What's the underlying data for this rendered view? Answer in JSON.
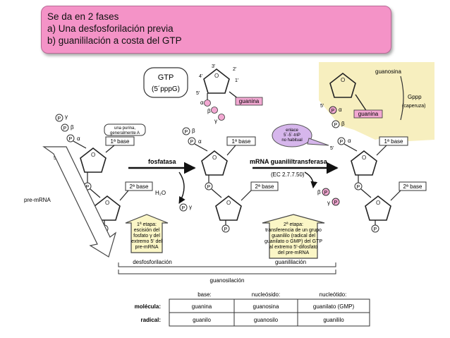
{
  "callout": {
    "title": "Se da en 2 fases",
    "item_a": "a)  Una desfosforilación previa",
    "item_b": "b)   guanililación a costa del GTP"
  },
  "figure": {
    "gtp_title": "GTP",
    "gtp_sub": "(5´pppG)",
    "guanina": "guanina",
    "guanosina": "guanosina",
    "gppp": "Gppp",
    "caperuza": "(caperuza)",
    "purine_note": [
      "una purina,",
      "generalmente A"
    ],
    "base1": "1ª base",
    "base2": "2ª base",
    "enlace": [
      "enlace",
      "5´-5´-triP",
      "no habitual"
    ],
    "fosfatasa": "fosfatasa",
    "transferasa": "mRNA guanililtransferasa",
    "ec": "(EC 2.7.7.50)",
    "h2o": "H₂O",
    "pre_mrna": "pre-mRNA",
    "p": "P",
    "alpha": "α",
    "beta": "β",
    "gamma": "γ",
    "five_prime": "5'",
    "three_prime": "3'",
    "etapa1": [
      "1ª etapa:",
      "escisión del",
      "fosfato γ del",
      "extremo 5' del",
      "pre-mRNA"
    ],
    "etapa2": [
      "2ª etapa:",
      "transferencia de un grupo",
      "guanililo (radical del",
      "guanilato o GMP) del GTP",
      "al extremo 5'-difosfato",
      "del pre-mRNA"
    ],
    "desfosforilacion": "desfosforilación",
    "guanililacion": "guanililación",
    "guanosilacion": "guanosilación",
    "table": {
      "headers": [
        "base:",
        "nucleósido:",
        "nucleótido:"
      ],
      "row_labels": [
        "molécula:",
        "radical:"
      ],
      "rows": [
        [
          "guanina",
          "guanosina",
          "guanilato (GMP)"
        ],
        [
          "guanilo",
          "guanosilo",
          "guanililo"
        ]
      ]
    }
  },
  "colors": {
    "callout_bg": "#f493c7",
    "phosphate": "#f2a8d2",
    "cap_highlight": "#f7efbf",
    "etapa_box": "#fbf6c6",
    "enlace_bubble": "#d6b6ec"
  }
}
